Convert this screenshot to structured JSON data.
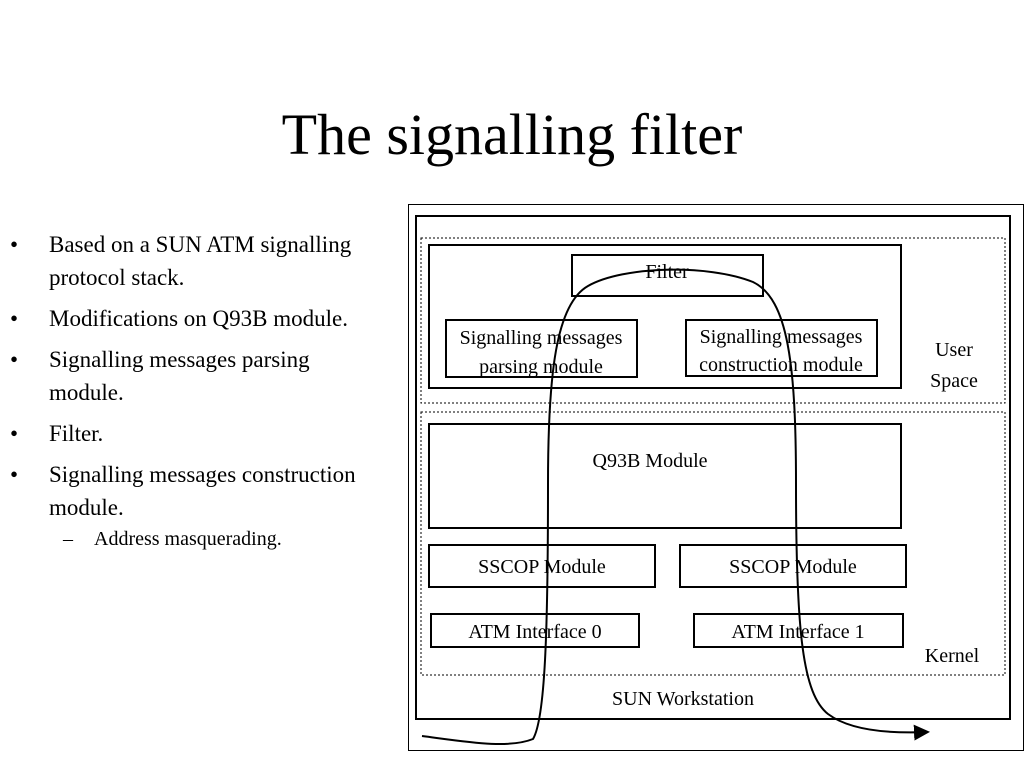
{
  "slide": {
    "title": "The signalling filter",
    "bullets": [
      {
        "text": "Based on a SUN ATM signalling protocol stack."
      },
      {
        "text": "Modifications on Q93B module."
      },
      {
        "text": "Signalling messages parsing module."
      },
      {
        "text": "Filter."
      },
      {
        "text": "Signalling messages construction module.",
        "sub": [
          "Address masquerading."
        ]
      }
    ],
    "bullet_glyph": "•",
    "sub_glyph": "–"
  },
  "diagram": {
    "filter": "Filter",
    "parsing_line1": "Signalling messages",
    "parsing_line2": "parsing module",
    "construction_line1": "Signalling messages",
    "construction_line2": "construction module",
    "user_space_line1": "User",
    "user_space_line2": "Space",
    "q93b": "Q93B Module",
    "sscop_left": "SSCOP Module",
    "sscop_right": "SSCOP Module",
    "atm0": "ATM Interface 0",
    "atm1": "ATM Interface 1",
    "kernel": "Kernel",
    "workstation": "SUN Workstation"
  }
}
